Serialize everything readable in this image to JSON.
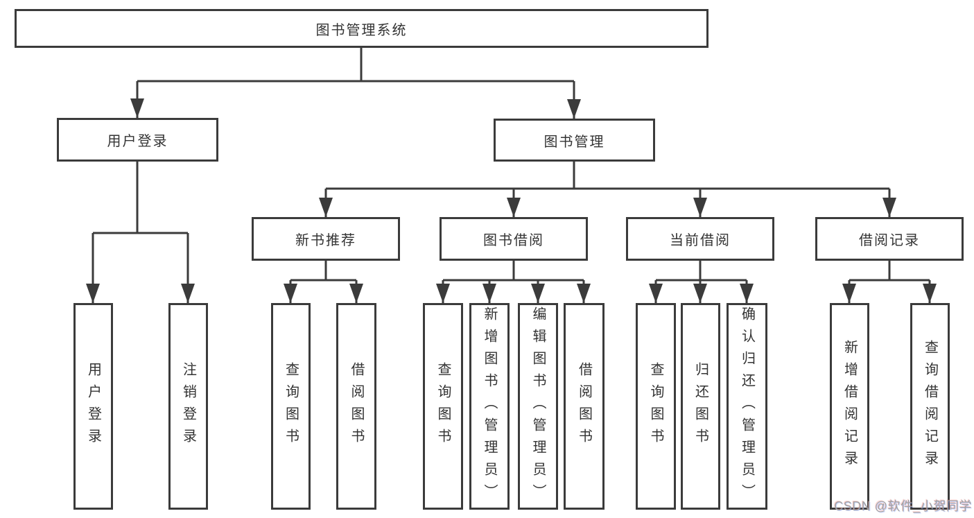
{
  "tree": {
    "root": "图书管理系统",
    "branches": [
      {
        "label": "用户登录",
        "children": [
          "用户登录",
          "注销登录"
        ]
      },
      {
        "label": "图书管理",
        "sections": [
          {
            "label": "新书推荐",
            "children": [
              "查询图书",
              "借阅图书"
            ]
          },
          {
            "label": "图书借阅",
            "children": [
              "查询图书",
              "新增图书（管理员）",
              "编辑图书（管理员）",
              "借阅图书"
            ]
          },
          {
            "label": "当前借阅",
            "children": [
              "查询图书",
              "归还图书",
              "确认归还（管理员）"
            ]
          },
          {
            "label": "借阅记录",
            "children": [
              "新增借阅记录",
              "查询借阅记录"
            ]
          }
        ]
      }
    ]
  },
  "watermark": "CSDN @软件_小贺同学",
  "colors": {
    "line": "#3b3b3b",
    "box_border": "#3b3b3b",
    "text": "#333333",
    "background": "#ffffff",
    "watermark": "#a2a2a2"
  }
}
